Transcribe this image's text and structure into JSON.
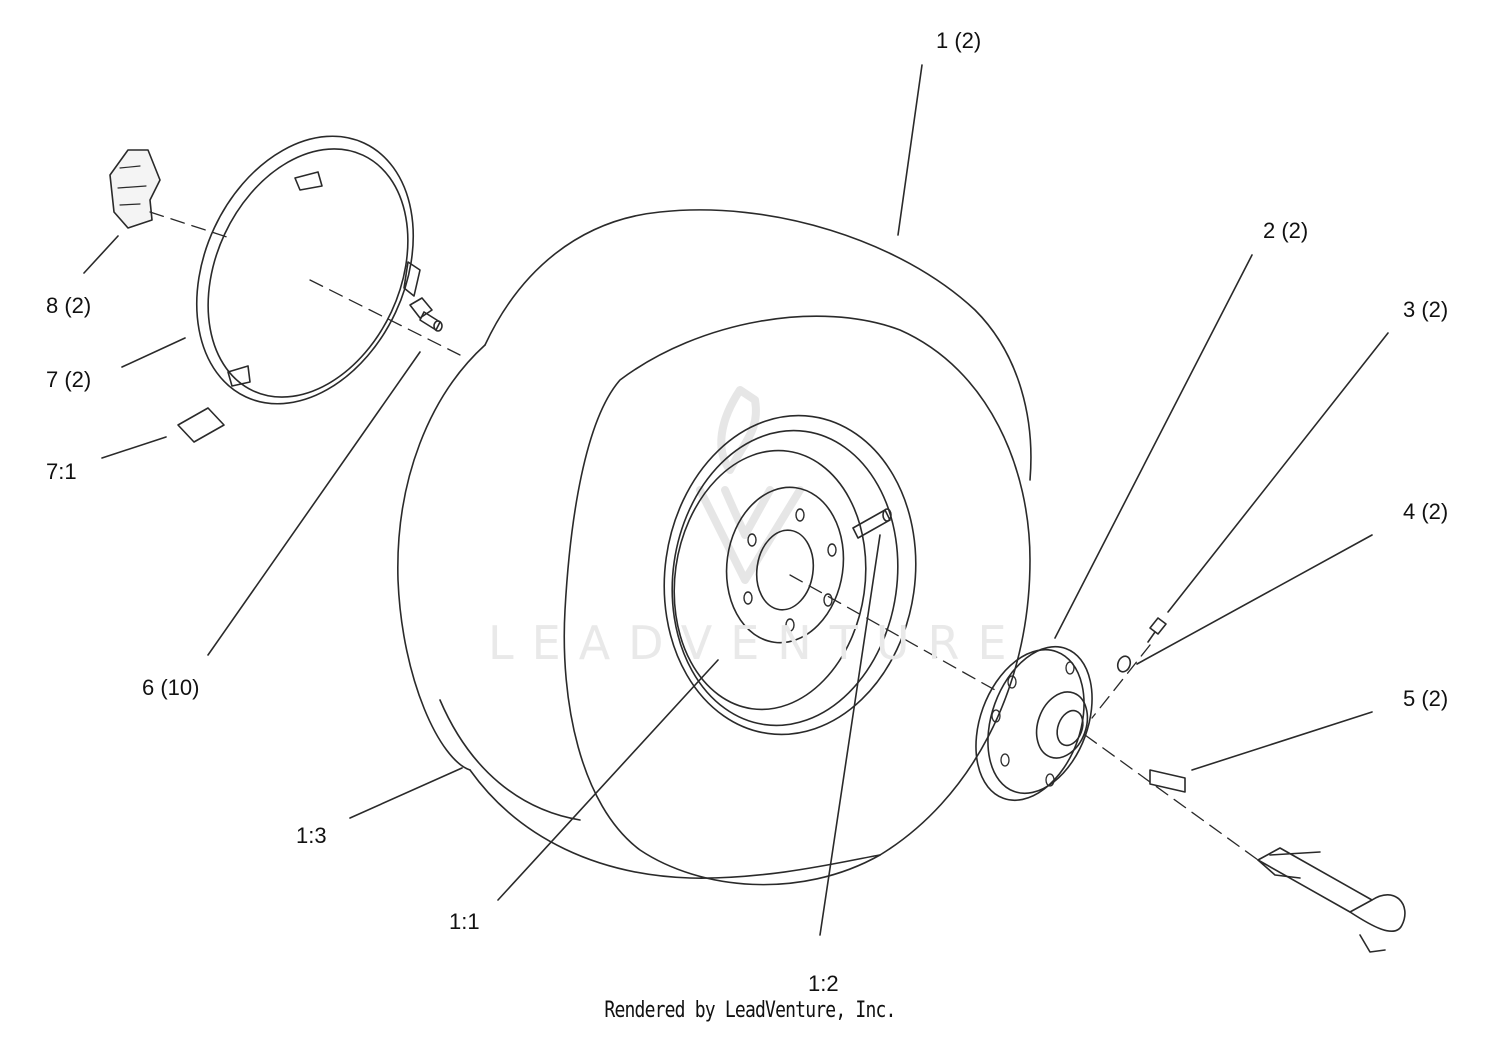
{
  "callouts": {
    "c1": "1 (2)",
    "c2": "2 (2)",
    "c3": "3 (2)",
    "c4": "4 (2)",
    "c5": "5 (2)",
    "c6": "6 (10)",
    "c7": "7 (2)",
    "c7_1": "7:1",
    "c8": "8 (2)",
    "c1_1": "1:1",
    "c1_2": "1:2",
    "c1_3": "1:3"
  },
  "watermark": "LEADVENTURE",
  "footer": "Rendered by LeadVenture, Inc."
}
